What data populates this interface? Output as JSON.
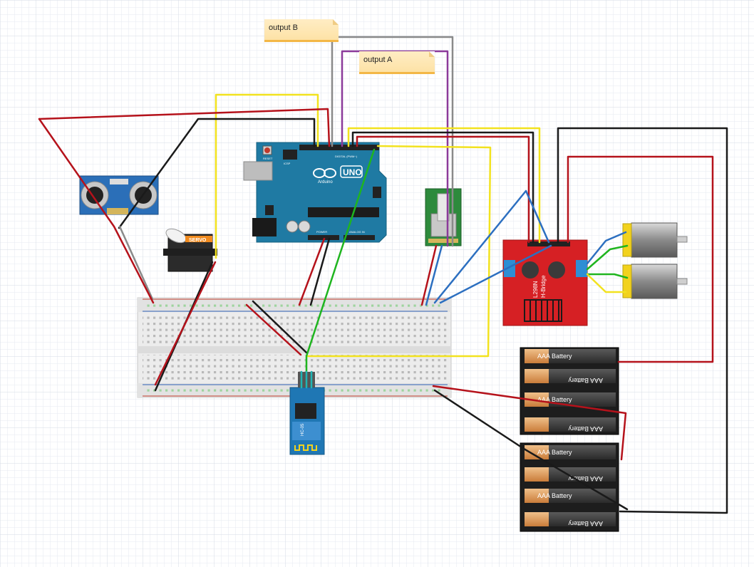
{
  "notes": {
    "output_b": "output B",
    "output_a": "output A"
  },
  "arduino": {
    "board_name": "UNO",
    "brand": "Arduino",
    "reset_label": "RESET",
    "icsp_label": "ICSP",
    "digital_label": "DIGITAL (PWM~)",
    "power_label": "POWER",
    "analog_label": "ANALOG IN"
  },
  "servo": {
    "label": "SERVO"
  },
  "hbridge": {
    "label_line1": "L298N",
    "label_line2": "H-Bridge"
  },
  "bluetooth": {
    "label": "HC-05"
  },
  "batteries": {
    "label": "AAA Battery"
  },
  "colors": {
    "wire_red": "#b5121b",
    "wire_black": "#1a1a1a",
    "wire_yellow": "#f2e21f",
    "wire_green": "#1fb51f",
    "wire_blue": "#2c6fc0",
    "wire_purple": "#8b3a9a",
    "wire_gray": "#8a8a8a",
    "arduino_teal": "#1f7aa3",
    "hbridge_red": "#d62024",
    "grid": "#e4e8ee"
  }
}
